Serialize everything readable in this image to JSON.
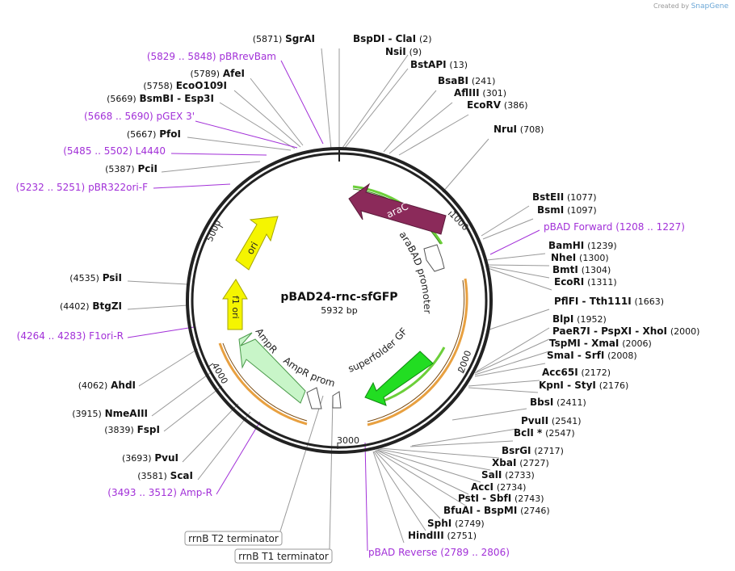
{
  "branding": {
    "created_by": "Created by",
    "logo": "SnapGene"
  },
  "plasmid": {
    "name": "pBAD24-rnc-sfGFP",
    "length": "5932 bp"
  },
  "ticks": [
    "1000",
    "2000",
    "3000",
    "4000",
    "5000"
  ],
  "features": {
    "araC": "araC",
    "araBAD_promoter": "araBAD promoter",
    "superfolder_gfp": "superfolder GFP",
    "ampr": "AmpR",
    "ampr_promoter": "AmpR promoter",
    "ori": "ori",
    "f1_ori": "f1 ori"
  },
  "boxed_labels": [
    "rrnB T2 terminator",
    "rrnB T1 terminator"
  ],
  "colors": {
    "araC": "#8b2a5a",
    "gfp": "#22dd22",
    "ampr": "#c8f5c8",
    "ori": "#f5f500",
    "primer": "#a230d8",
    "orange_arc": "#e8a040",
    "green_arc": "#6ccf3a"
  },
  "sites": [
    {
      "pos": "(5871)",
      "name": "SgrAI",
      "pos_right": false
    },
    {
      "pos": "(2)",
      "name": "BspDI - ClaI",
      "pos_right": true
    },
    {
      "pos": "(9)",
      "name": "NsiI",
      "pos_right": true
    },
    {
      "pos": "(13)",
      "name": "BstAPI",
      "pos_right": true
    },
    {
      "pos": "(241)",
      "name": "BsaBI",
      "pos_right": true
    },
    {
      "pos": "(301)",
      "name": "AflIII",
      "pos_right": true
    },
    {
      "pos": "(386)",
      "name": "EcoRV",
      "pos_right": true
    },
    {
      "pos": "(708)",
      "name": "NruI",
      "pos_right": true
    },
    {
      "pos": "(1077)",
      "name": "BstEII",
      "pos_right": true
    },
    {
      "pos": "(1097)",
      "name": "BsmI",
      "pos_right": true
    },
    {
      "pos": "(1239)",
      "name": "BamHI",
      "pos_right": true
    },
    {
      "pos": "(1300)",
      "name": "NheI",
      "pos_right": true
    },
    {
      "pos": "(1304)",
      "name": "BmtI",
      "pos_right": true
    },
    {
      "pos": "(1311)",
      "name": "EcoRI",
      "pos_right": true
    },
    {
      "pos": "(1663)",
      "name": "PflFI - Tth111I",
      "pos_right": true
    },
    {
      "pos": "(1952)",
      "name": "BlpI",
      "pos_right": true
    },
    {
      "pos": "(2000)",
      "name": "PaeR7I - PspXI - XhoI",
      "pos_right": true
    },
    {
      "pos": "(2006)",
      "name": "TspMI - XmaI",
      "pos_right": true
    },
    {
      "pos": "(2008)",
      "name": "SmaI - SrfI",
      "pos_right": true
    },
    {
      "pos": "(2172)",
      "name": "Acc65I",
      "pos_right": true
    },
    {
      "pos": "(2176)",
      "name": "KpnI - StyI",
      "pos_right": true
    },
    {
      "pos": "(2411)",
      "name": "BbsI",
      "pos_right": true
    },
    {
      "pos": "(2541)",
      "name": "PvuII",
      "pos_right": true
    },
    {
      "pos": "(2547)",
      "name": "BclI *",
      "pos_right": true
    },
    {
      "pos": "(2717)",
      "name": "BsrGI",
      "pos_right": true
    },
    {
      "pos": "(2727)",
      "name": "XbaI",
      "pos_right": true
    },
    {
      "pos": "(2733)",
      "name": "SalI",
      "pos_right": true
    },
    {
      "pos": "(2734)",
      "name": "AccI",
      "pos_right": true
    },
    {
      "pos": "(2743)",
      "name": "PstI - SbfI",
      "pos_right": true
    },
    {
      "pos": "(2746)",
      "name": "BfuAI - BspMI",
      "pos_right": true
    },
    {
      "pos": "(2749)",
      "name": "SphI",
      "pos_right": true
    },
    {
      "pos": "(2751)",
      "name": "HindIII",
      "pos_right": true
    },
    {
      "pos": "(5789)",
      "name": "AfeI",
      "pos_right": false
    },
    {
      "pos": "(5758)",
      "name": "EcoO109I",
      "pos_right": false
    },
    {
      "pos": "(5669)",
      "name": "BsmBI - Esp3I",
      "pos_right": false
    },
    {
      "pos": "(5667)",
      "name": "PfoI",
      "pos_right": false
    },
    {
      "pos": "(5387)",
      "name": "PciI",
      "pos_right": false
    },
    {
      "pos": "(4535)",
      "name": "PsiI",
      "pos_right": false
    },
    {
      "pos": "(4402)",
      "name": "BtgZI",
      "pos_right": false
    },
    {
      "pos": "(4062)",
      "name": "AhdI",
      "pos_right": false
    },
    {
      "pos": "(3915)",
      "name": "NmeAIII",
      "pos_right": false
    },
    {
      "pos": "(3839)",
      "name": "FspI",
      "pos_right": false
    },
    {
      "pos": "(3693)",
      "name": "PvuI",
      "pos_right": false
    },
    {
      "pos": "(3581)",
      "name": "ScaI",
      "pos_right": false
    }
  ],
  "primers": [
    {
      "pos": "(5829 .. 5848)",
      "name": "pBRrevBam",
      "pos_right": false
    },
    {
      "pos": "(5668 .. 5690)",
      "name": "pGEX 3'",
      "pos_right": false
    },
    {
      "pos": "(5485 .. 5502)",
      "name": "L4440",
      "pos_right": false
    },
    {
      "pos": "(5232 .. 5251)",
      "name": "pBR322ori-F",
      "pos_right": false
    },
    {
      "pos": "(4264 .. 4283)",
      "name": "F1ori-R",
      "pos_right": false
    },
    {
      "pos": "(3493 .. 3512)",
      "name": "Amp-R",
      "pos_right": false
    },
    {
      "pos": "(1208 .. 1227)",
      "name": "pBAD Forward",
      "pos_right": true
    },
    {
      "pos": "(2789 .. 2806)",
      "name": "pBAD Reverse",
      "pos_right": true
    }
  ]
}
